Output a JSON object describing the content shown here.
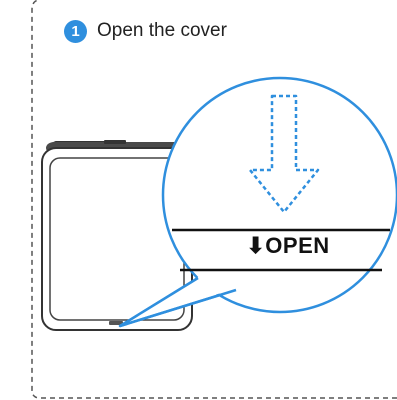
{
  "step": {
    "number": "1",
    "text": "Open the cover"
  },
  "magnifier": {
    "label": "⬇OPEN"
  },
  "colors": {
    "accent": "#2f8fde",
    "outline": "#333333",
    "border_dashed": "#555555",
    "text": "#222222"
  },
  "icons": {
    "step_badge": "numbered-circle",
    "arrow": "dotted-down-arrow"
  }
}
